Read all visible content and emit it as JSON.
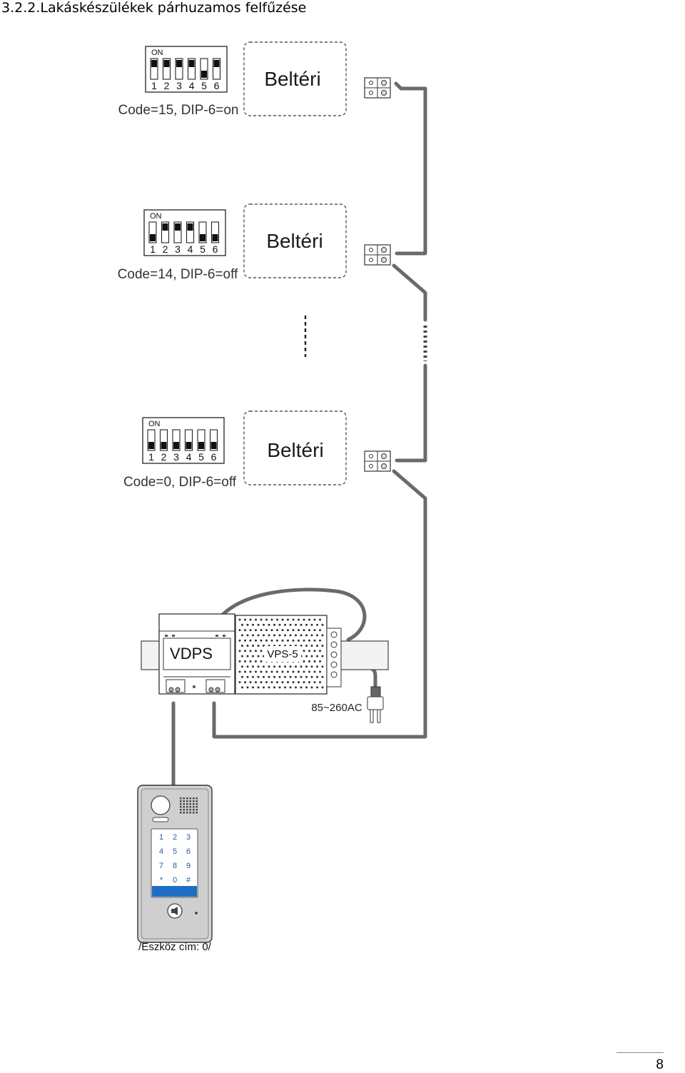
{
  "title": "3.2.2.Lakáskészülékek párhuzamos felfűzése",
  "indoor_units": [
    {
      "label": "Beltéri",
      "dip_on_label": "ON",
      "dip_numbers": [
        "1",
        "2",
        "3",
        "4",
        "5",
        "6"
      ],
      "dip_states": [
        1,
        1,
        1,
        1,
        0,
        1
      ],
      "code": "Code=15, DIP-6=on"
    },
    {
      "label": "Beltéri",
      "dip_on_label": "ON",
      "dip_numbers": [
        "1",
        "2",
        "3",
        "4",
        "5",
        "6"
      ],
      "dip_states": [
        0,
        1,
        1,
        1,
        0,
        0
      ],
      "code": "Code=14, DIP-6=off"
    },
    {
      "label": "Beltéri",
      "dip_on_label": "ON",
      "dip_numbers": [
        "1",
        "2",
        "3",
        "4",
        "5",
        "6"
      ],
      "dip_states": [
        0,
        0,
        0,
        0,
        0,
        0
      ],
      "code": "Code=0, DIP-6=off"
    }
  ],
  "vdps_label": "VDPS",
  "vps_label": "VPS-5",
  "ac_label": "85~260AC",
  "keypad_keys": [
    "1",
    "2",
    "3",
    "4",
    "5",
    "6",
    "7",
    "8",
    "9",
    "*",
    "0",
    "#"
  ],
  "door_address": "/Eszköz cím: 0/",
  "page_number": "8"
}
